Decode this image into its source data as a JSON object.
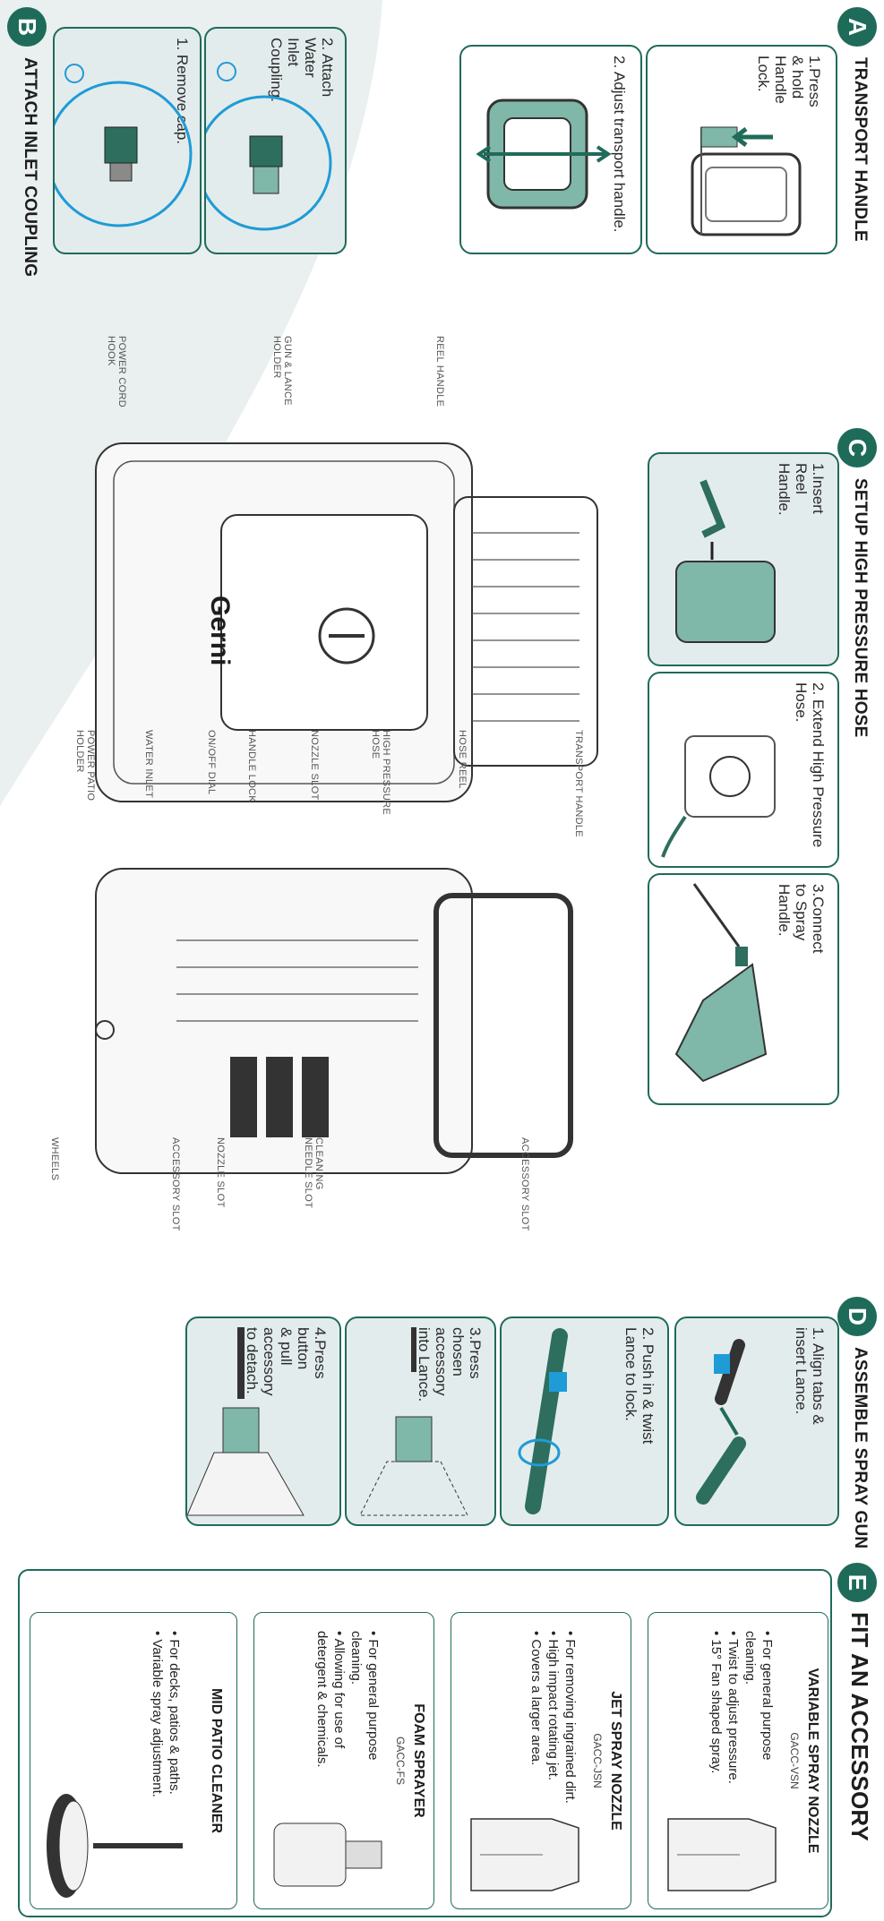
{
  "colors": {
    "accent": "#1f6b5a",
    "tint": "#dbe7e6",
    "mint": "#7fb7a8"
  },
  "sections": {
    "A": {
      "letter": "A",
      "title": "TRANSPORT HANDLE",
      "steps": [
        "1.Press\n& hold\nHandle\nLock.",
        "2. Adjust transport handle."
      ]
    },
    "B": {
      "letter": "B",
      "title": "ATTACH INLET COUPLING",
      "steps": [
        "1. Remove cap.",
        "2. Attach\nWater\nInlet\nCoupling."
      ]
    },
    "C": {
      "letter": "C",
      "title": "SETUP HIGH PRESSURE HOSE",
      "steps": [
        "1.Insert\nReel\nHandle.",
        "2. Extend High Pressure\nHose.",
        "3.Connect\nto Spray\nHandle."
      ]
    },
    "D": {
      "letter": "D",
      "title": "ASSEMBLE SPRAY GUN",
      "steps": [
        "1. Align tabs &\ninsert Lance.",
        "2. Push in & twist\nLance to lock.",
        "3.Press\nchosen\naccessory\ninto Lance.",
        "4.Press\nbutton\n& pull\naccessory\nto detach."
      ]
    },
    "E": {
      "letter": "E",
      "title": "FIT AN ACCESSORY"
    }
  },
  "diagram": {
    "brand": "Gerni",
    "callouts_front": {
      "reel_handle": "REEL HANDLE",
      "gun_lance_holder": "GUN & LANCE\nHOLDER",
      "power_cord_hook": "POWER CORD\nHOOK",
      "transport_handle": "TRANSPORT HANDLE",
      "hose_reel": "HOSE REEL",
      "high_pressure_hose": "HIGH PRESSURE\nHOSE",
      "nozzle_slot": "NOZZLE SLOT",
      "handle_lock": "HANDLE LOCK",
      "on_off_dial": "ON/OFF DIAL",
      "water_inlet": "WATER INLET",
      "power_patio_holder": "POWER PATIO\nHOLDER"
    },
    "callouts_back": {
      "accessory_slot_top": "ACCESSORY SLOT",
      "cleaning_needle_slot": "CLEANING\nNEEDLE SLOT",
      "nozzle_slot": "NOZZLE SLOT",
      "accessory_slot": "ACCESSORY SLOT",
      "wheels": "WHEELS"
    }
  },
  "accessories": [
    {
      "title": "VARIABLE SPRAY NOZZLE",
      "code": "GACC-VSN",
      "bullets": [
        "For general purpose cleaning.",
        "Twist to adjust pressure.",
        "15° Fan shaped spray."
      ]
    },
    {
      "title": "JET SPRAY NOZZLE",
      "code": "GACC-JSN",
      "bullets": [
        "For removing ingrained dirt.",
        "High impact rotating jet.",
        "Covers a larger area."
      ]
    },
    {
      "title": "FOAM SPRAYER",
      "code": "GACC-FS",
      "bullets": [
        "For general purpose cleaning.",
        "Allowing for use of detergent & chemicals."
      ]
    },
    {
      "title": "MID PATIO CLEANER",
      "code": "",
      "bullets": [
        "For decks, patios & paths.",
        "Variable spray adjustment."
      ]
    }
  ]
}
